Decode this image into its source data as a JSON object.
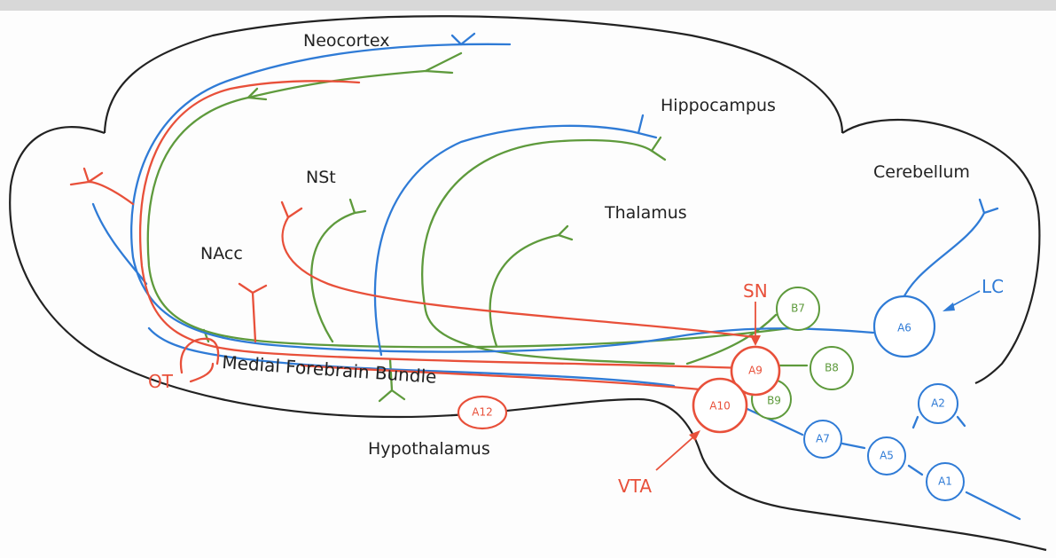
{
  "diagram": {
    "colors": {
      "dopamine": "#e8503a",
      "noradrenaline": "#2f7bd6",
      "serotonin": "#5e9a3c",
      "outline": "#222222"
    },
    "regions": {
      "neocortex": "Neocortex",
      "hippocampus": "Hippocampus",
      "cerebellum": "Cerebellum",
      "thalamus": "Thalamus",
      "nst": "NSt",
      "nacc": "NAcc",
      "mfb": "Medial Forebrain Bundle",
      "hypothalamus": "Hypothalamus"
    },
    "red_labels": {
      "ot": "OT",
      "sn": "SN",
      "vta": "VTA"
    },
    "blue_labels": {
      "lc": "LC"
    },
    "nodes": {
      "a1": "A1",
      "a2": "A2",
      "a5": "A5",
      "a6": "A6",
      "a7": "A7",
      "a9": "A9",
      "a10": "A10",
      "a12": "A12",
      "b7": "B7",
      "b8": "B8",
      "b9": "B9"
    }
  }
}
